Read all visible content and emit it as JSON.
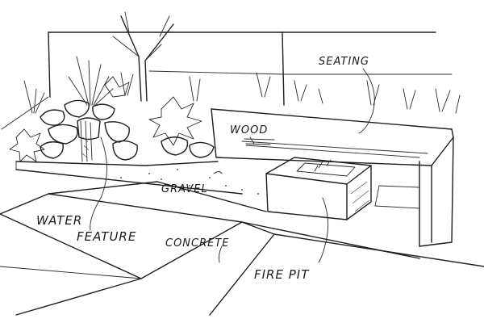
{
  "labels": {
    "seating": "SEATING",
    "wood": "WOOD",
    "gravel": "GRAVEL",
    "water_feature_line1": "WATER",
    "water_feature_line2": "FEATURE",
    "concrete": "CONCRETE",
    "fire_pit": "FIRE PIT"
  },
  "colors": {
    "ink": "#1e1e1e",
    "paper": "#ffffff"
  }
}
